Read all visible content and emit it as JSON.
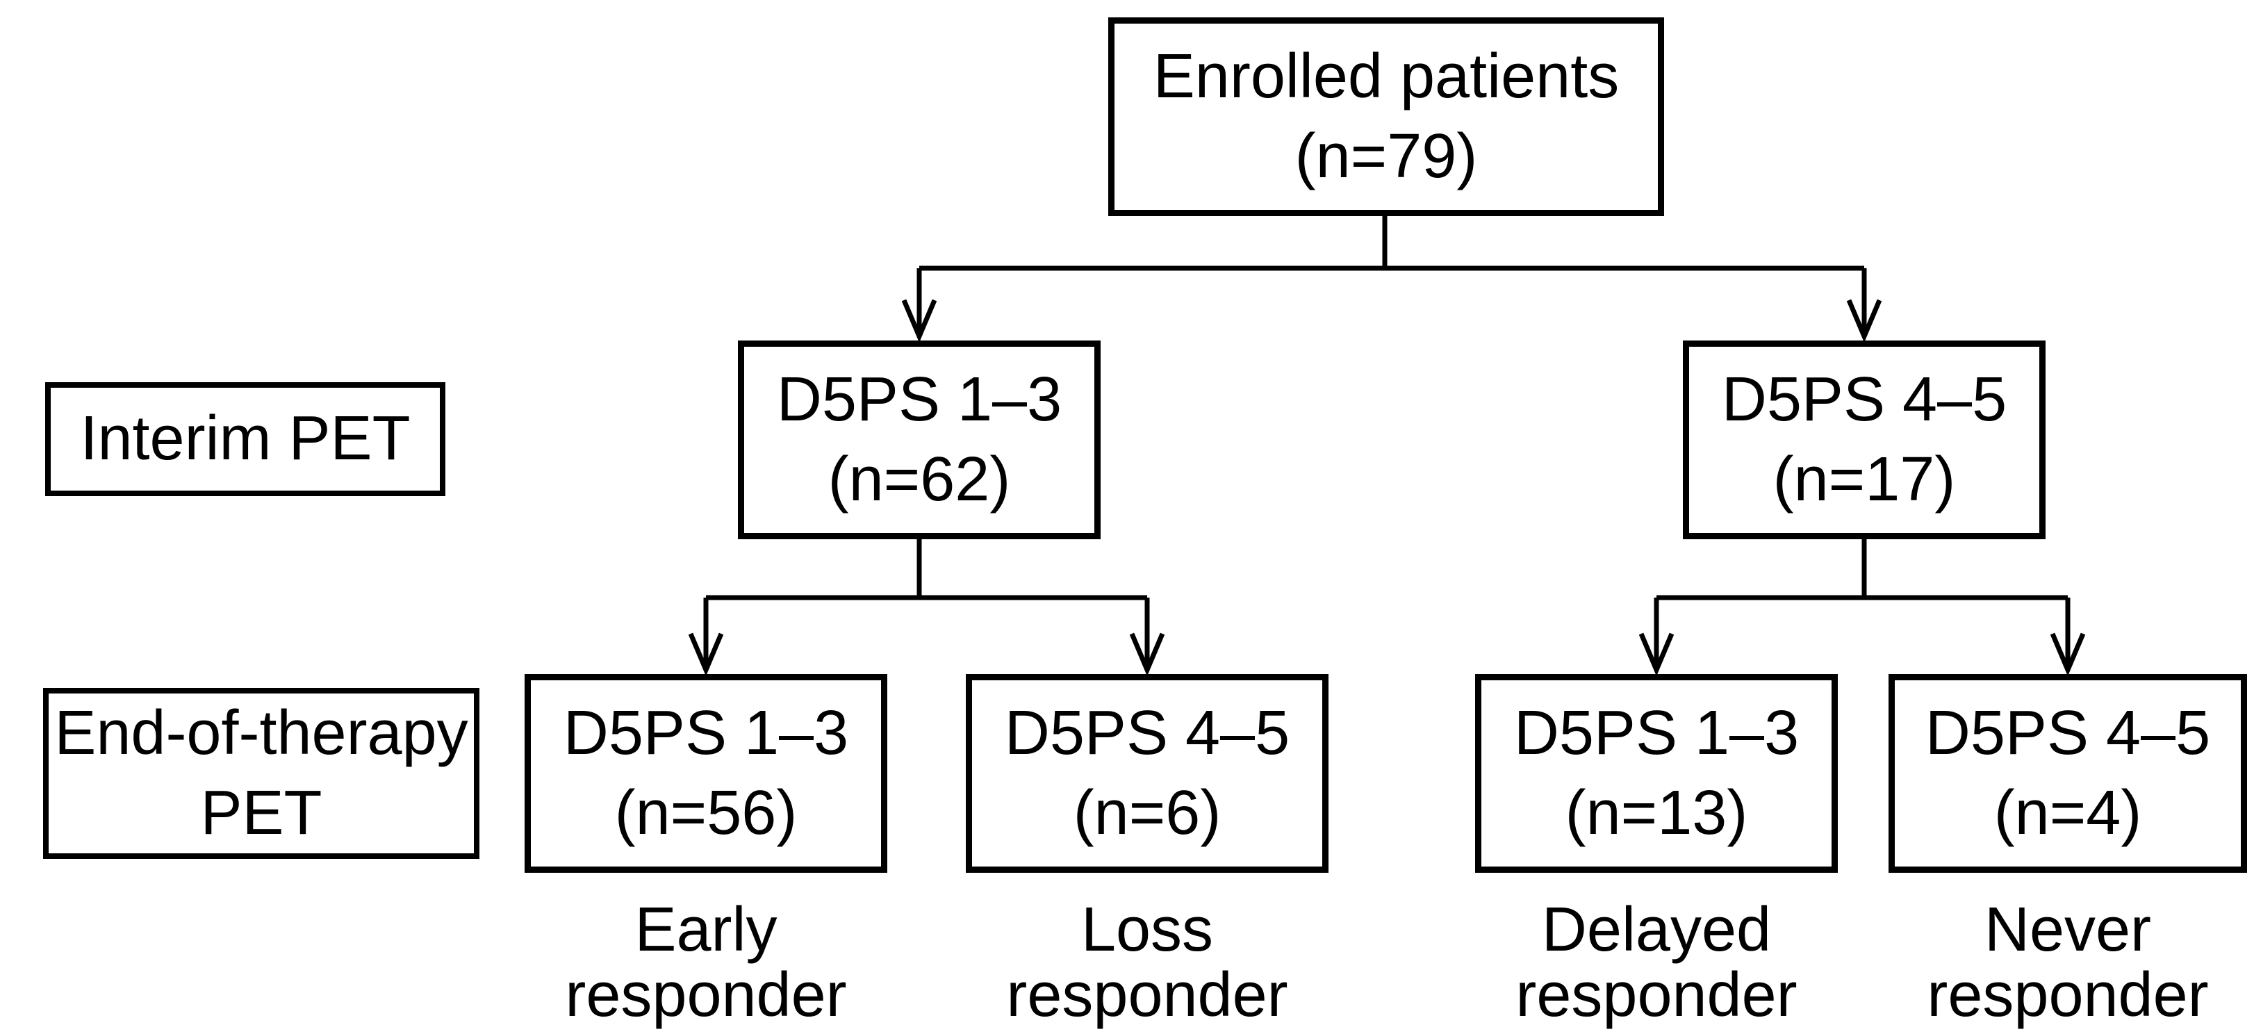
{
  "nodes": {
    "enrolled": {
      "title": "Enrolled patients",
      "count": "(n=79)"
    },
    "interim_neg": {
      "title": "D5PS 1–3",
      "count": "(n=62)"
    },
    "interim_pos": {
      "title": "D5PS 4–5",
      "count": "(n=17)"
    },
    "eot_early": {
      "title": "D5PS 1–3",
      "count": "(n=56)",
      "caption": {
        "line1": "Early",
        "line2": "responder"
      }
    },
    "eot_loss": {
      "title": "D5PS 4–5",
      "count": "(n=6)",
      "caption": {
        "line1": "Loss",
        "line2": "responder"
      }
    },
    "eot_delayed": {
      "title": "D5PS 1–3",
      "count": "(n=13)",
      "caption": {
        "line1": "Delayed",
        "line2": "responder"
      }
    },
    "eot_never": {
      "title": "D5PS 4–5",
      "count": "(n=4)",
      "caption": {
        "line1": "Never",
        "line2": "responder"
      }
    }
  },
  "stage_labels": {
    "interim": "Interim PET",
    "end_of_therapy": {
      "line1": "End-of-therapy",
      "line2": "PET"
    }
  },
  "colors": {
    "line": "#000000",
    "box_fill": "#ffffff",
    "text": "#000000",
    "background": "#ffffff"
  }
}
